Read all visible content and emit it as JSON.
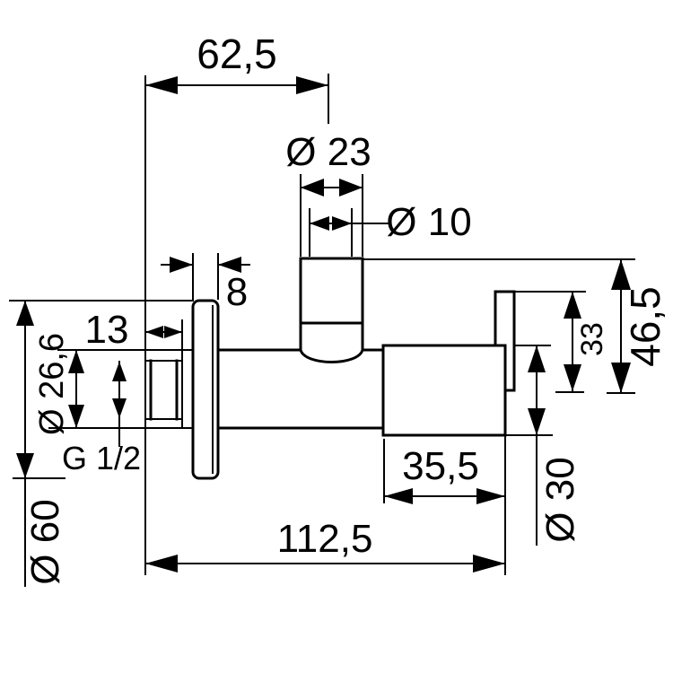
{
  "drawing": {
    "type": "technical-dimension-drawing",
    "subject": "angle-valve-side-view",
    "background_color": "#ffffff",
    "line_color": "#000000",
    "labels": {
      "offset_wall_to_pipe_axis": "62,5",
      "pipe_outer_diameter": "Ø 23",
      "pipe_inner_diameter": "Ø 10",
      "plate_thickness": "8",
      "thread_length": "13",
      "collar_diameter": "Ø 26,6",
      "thread_designation": "G 1/2",
      "plate_diameter": "Ø 60",
      "overall_length": "112,5",
      "outlet_section_length": "35,5",
      "outlet_diameter": "Ø 30",
      "handle_height": "33",
      "overall_height_right": "46,5"
    }
  }
}
